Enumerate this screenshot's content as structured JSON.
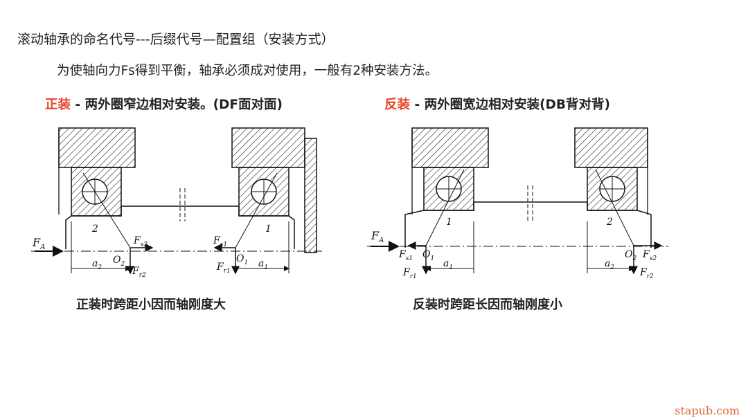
{
  "title": "滚动轴承的命名代号---后缀代号—配置组（安装方式）",
  "subtitle": "为使轴向力Fs得到平衡，轴承必须成对使用，一般有2种安装方法。",
  "left": {
    "heading_key": "正装",
    "heading_rest": " - 两外圈窄边相对安装。(DF面对面)",
    "caption": "正装时跨距小因而轴刚度大",
    "labels": {
      "fa": "F",
      "fa_sub": "A",
      "b2": "2",
      "b1": "1",
      "o2": "O",
      "o2_sub": "2",
      "o1": "O",
      "o1_sub": "1",
      "fs2": "F",
      "fs2_sub": "s2",
      "fs1": "F",
      "fs1_sub": "s1",
      "fr2": "F",
      "fr2_sub": "r2",
      "fr1": "F",
      "fr1_sub": "r1",
      "a2": "a",
      "a2_sub": "2",
      "a1": "a",
      "a1_sub": "1"
    }
  },
  "right": {
    "heading_key": "反装",
    "heading_rest": " - 两外圈宽边相对安装(DB背对背)",
    "caption": "反装时跨距长因而轴刚度小",
    "labels": {
      "fa": "F",
      "fa_sub": "A",
      "b1": "1",
      "b2": "2",
      "o1": "O",
      "o1_sub": "1",
      "o2": "O",
      "o2_sub": "2",
      "fs1": "F",
      "fs1_sub": "s1",
      "fs2": "F",
      "fs2_sub": "s2",
      "fr1": "F",
      "fr1_sub": "r1",
      "fr2": "F",
      "fr2_sub": "r2",
      "a1": "a",
      "a1_sub": "1",
      "a2": "a",
      "a2_sub": "2"
    }
  },
  "watermark": "stapub.com",
  "colors": {
    "accent": "#e8452c",
    "text": "#222222",
    "watermark": "#e06a3a"
  }
}
